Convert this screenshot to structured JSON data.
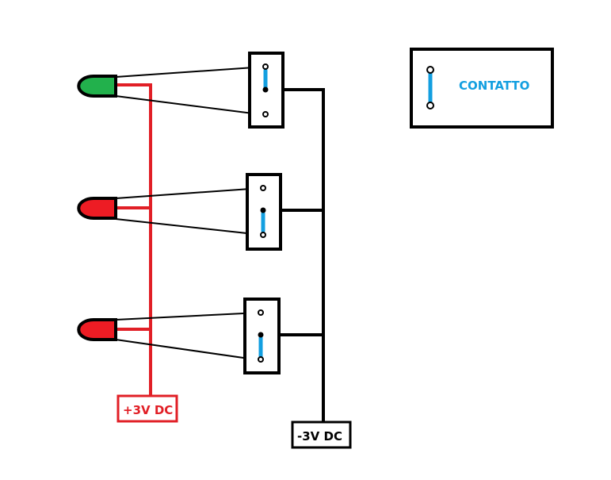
{
  "diagram": {
    "legend": {
      "label": "CONTATTO",
      "color": "#139fe0"
    },
    "leds": [
      {
        "color_name": "green",
        "color": "#22b14c",
        "switch_state": "contact-upper"
      },
      {
        "color_name": "red",
        "color": "#ed1c24",
        "switch_state": "contact-lower"
      },
      {
        "color_name": "red",
        "color": "#ed1c24",
        "switch_state": "contact-lower"
      }
    ],
    "power": {
      "positive": {
        "label": "+3V DC",
        "color": "#e11f26"
      },
      "negative": {
        "label": "-3V DC",
        "color": "#000000"
      }
    }
  }
}
